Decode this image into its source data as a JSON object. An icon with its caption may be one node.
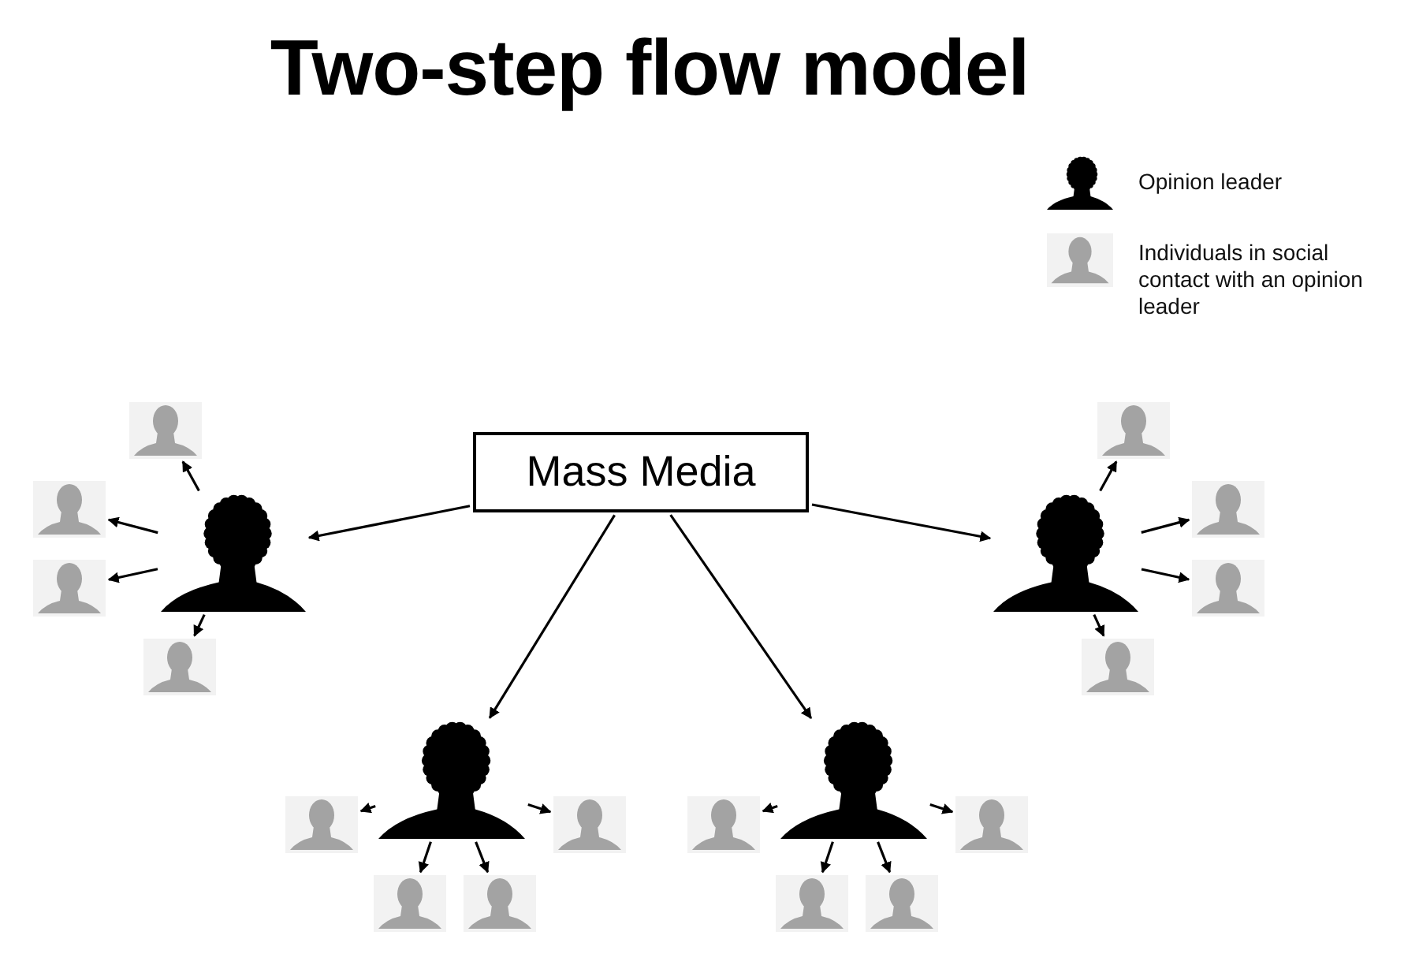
{
  "diagram": {
    "title": "Two-step flow model",
    "nodes": [
      {
        "text": [
          "Mass Media"
        ]
      },
      {
        "text": [],
        "shape": "person"
      },
      {
        "text": [],
        "shape": "person"
      },
      {
        "text": [],
        "shape": "person"
      },
      {
        "text": [],
        "shape": "person"
      },
      {
        "text": [],
        "shape": "person"
      },
      {
        "text": [],
        "shape": "person"
      },
      {
        "text": [],
        "shape": "person"
      },
      {
        "text": [],
        "shape": "person"
      },
      {
        "text": [],
        "shape": "person"
      },
      {
        "text": [],
        "shape": "person"
      },
      {
        "text": [],
        "shape": "person"
      },
      {
        "text": [],
        "shape": "person"
      },
      {
        "text": [],
        "shape": "person"
      },
      {
        "text": [],
        "shape": "person"
      },
      {
        "text": [],
        "shape": "person"
      },
      {
        "text": [],
        "shape": "person"
      },
      {
        "text": [],
        "shape": "person"
      },
      {
        "text": [],
        "shape": "person"
      },
      {
        "text": [],
        "shape": "person"
      },
      {
        "text": [],
        "shape": "person"
      }
    ],
    "edges": [
      {
        "from": 0,
        "to": 1,
        "arrow": "to"
      },
      {
        "from": 0,
        "to": 2,
        "arrow": "to"
      },
      {
        "from": 0,
        "to": 3,
        "arrow": "to"
      },
      {
        "from": 0,
        "to": 4,
        "arrow": "to"
      },
      {
        "from": 1,
        "to": 5,
        "arrow": "to"
      },
      {
        "from": 1,
        "to": 6,
        "arrow": "to"
      },
      {
        "from": 1,
        "to": 7,
        "arrow": "to"
      },
      {
        "from": 1,
        "to": 8,
        "arrow": "to"
      },
      {
        "from": 2,
        "to": 9,
        "arrow": "to"
      },
      {
        "from": 2,
        "to": 10,
        "arrow": "to"
      },
      {
        "from": 2,
        "to": 11,
        "arrow": "to"
      },
      {
        "from": 2,
        "to": 12,
        "arrow": "to"
      },
      {
        "from": 3,
        "to": 13,
        "arrow": "to"
      },
      {
        "from": 3,
        "to": 14,
        "arrow": "to"
      },
      {
        "from": 3,
        "to": 15,
        "arrow": "to"
      },
      {
        "from": 3,
        "to": 16,
        "arrow": "to"
      },
      {
        "from": 4,
        "to": 17,
        "arrow": "to"
      },
      {
        "from": 4,
        "to": 18,
        "arrow": "to"
      },
      {
        "from": 4,
        "to": 19,
        "arrow": "to"
      },
      {
        "from": 4,
        "to": 20,
        "arrow": "to"
      }
    ],
    "legend": [
      {
        "text": "Opinion leader"
      },
      {
        "text": "Individuals in social contact with an opinion leader"
      }
    ]
  }
}
